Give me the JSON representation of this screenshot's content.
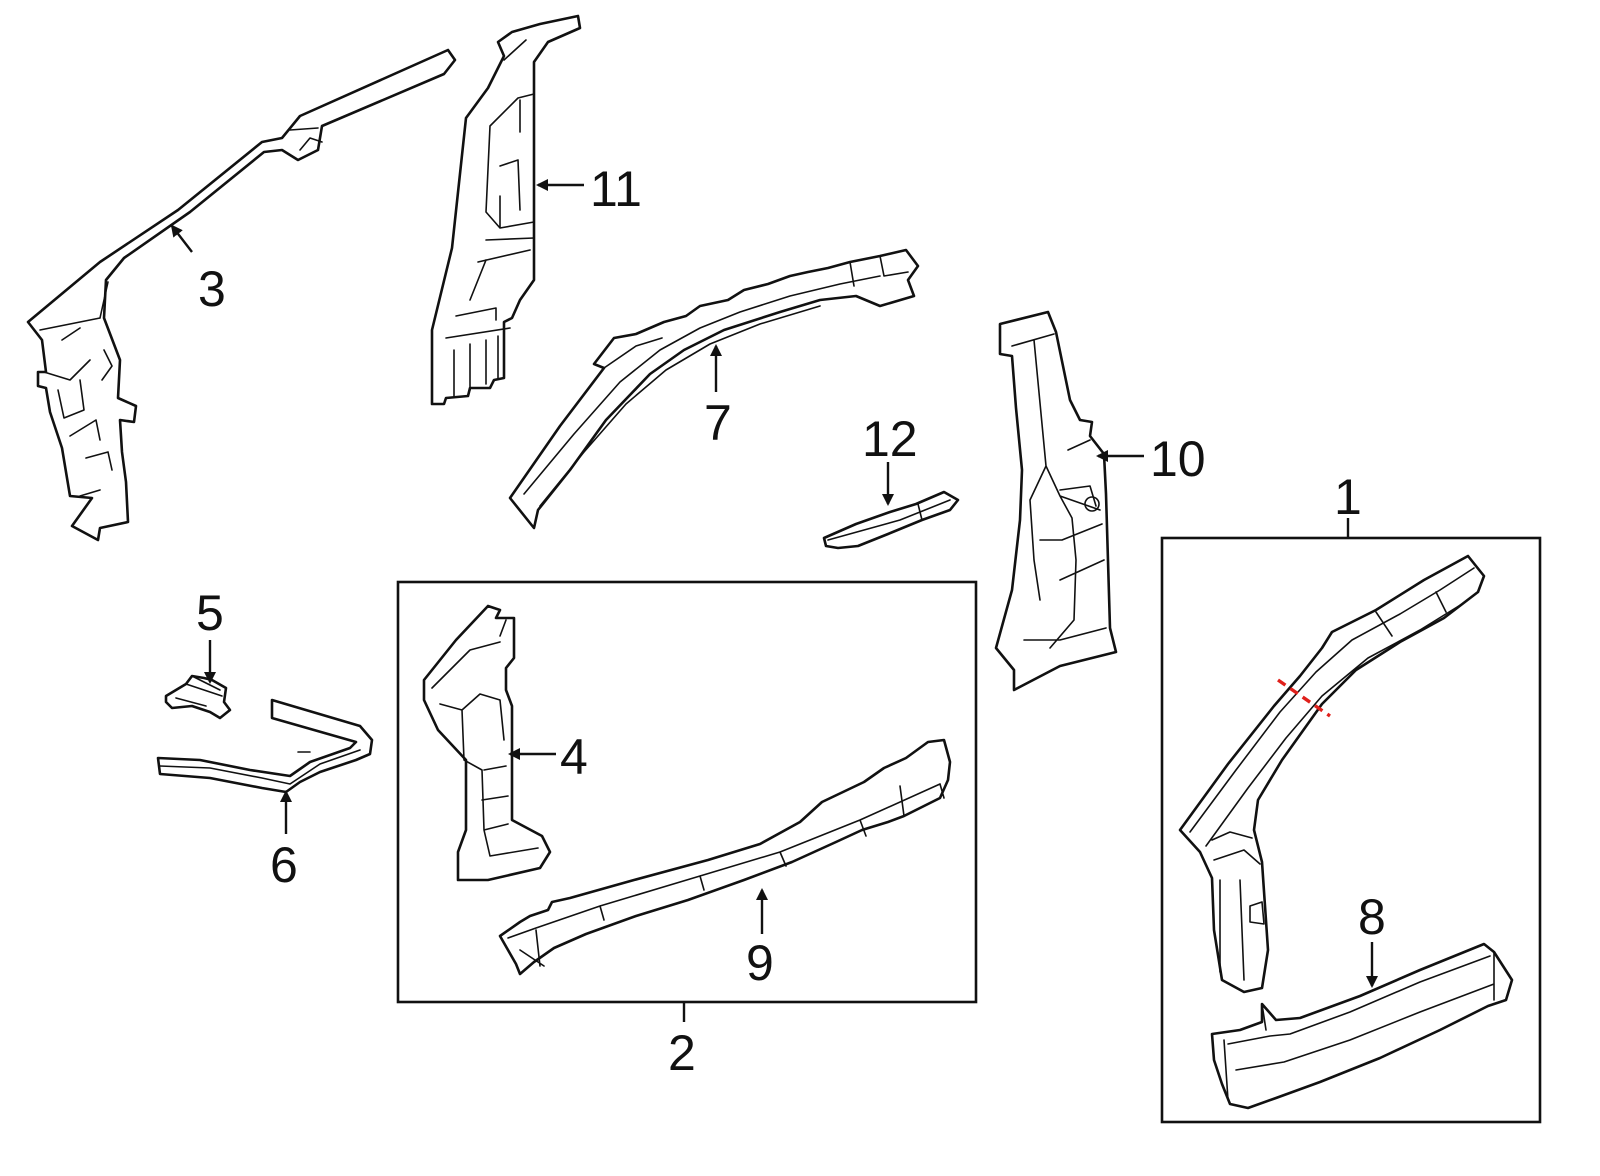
{
  "diagram": {
    "callouts": [
      {
        "id": "1",
        "label": "1"
      },
      {
        "id": "2",
        "label": "2"
      },
      {
        "id": "3",
        "label": "3"
      },
      {
        "id": "4",
        "label": "4"
      },
      {
        "id": "5",
        "label": "5"
      },
      {
        "id": "6",
        "label": "6"
      },
      {
        "id": "7",
        "label": "7"
      },
      {
        "id": "8",
        "label": "8"
      },
      {
        "id": "9",
        "label": "9"
      },
      {
        "id": "10",
        "label": "10"
      },
      {
        "id": "11",
        "label": "11"
      },
      {
        "id": "12",
        "label": "12"
      }
    ],
    "colors": {
      "line": "#111111",
      "background": "#ffffff",
      "cut_mark": "#e0201b"
    }
  }
}
